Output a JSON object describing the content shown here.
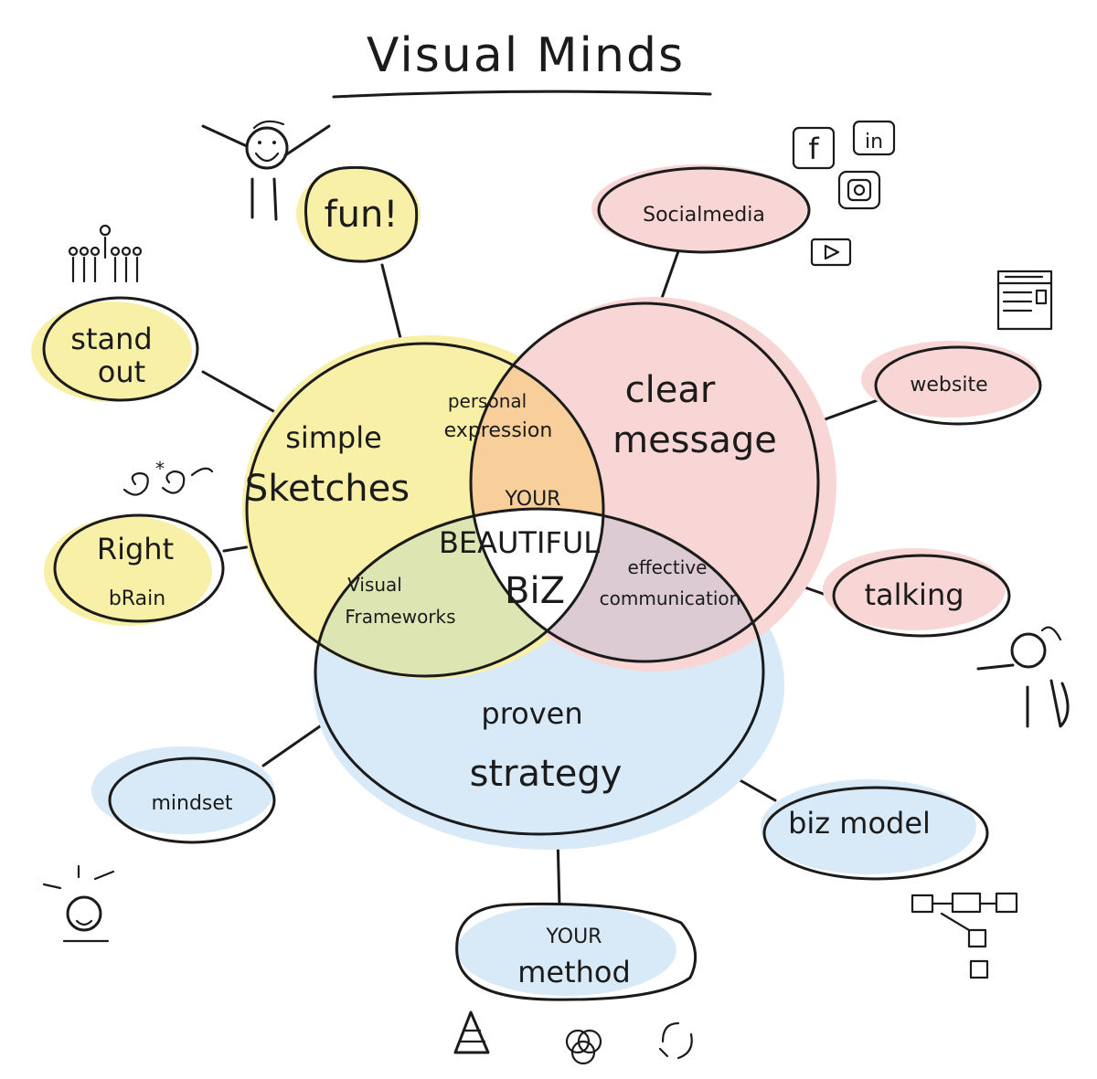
{
  "title": "Visual Minds",
  "colors": {
    "yellow": "#f9f0a8",
    "pink": "#f8d6d6",
    "blue": "#d8e9f8",
    "orange": "#f8cf9a",
    "green": "#dde6b2",
    "mauve": "#dccbd3",
    "ink": "#1b1b1b"
  },
  "circles": {
    "yellow": {
      "line1": "simple",
      "line2": "Sketches"
    },
    "pink": {
      "line1": "clear",
      "line2": "message"
    },
    "blue": {
      "line1": "proven",
      "line2": "strategy"
    }
  },
  "overlaps": {
    "yellow_pink": {
      "line1": "personal",
      "line2": "expression"
    },
    "yellow_blue": {
      "line1": "Visual",
      "line2": "Frameworks"
    },
    "pink_blue": {
      "line1": "effective",
      "line2": "communication"
    },
    "center": {
      "line1": "YOUR",
      "line2": "BEAUTIFUL",
      "line3": "BiZ"
    }
  },
  "bubbles": {
    "fun": "fun!",
    "stand_out": {
      "line1": "stand",
      "line2": "out"
    },
    "right_brain": {
      "line1": "Right",
      "line2": "bRain"
    },
    "social_media": "Socialmedia",
    "website": "website",
    "talking": "talking",
    "mindset": "mindset",
    "biz_model": "biz model",
    "your_method": {
      "line1": "YOUR",
      "line2": "method"
    }
  },
  "social_icons": {
    "facebook": "f",
    "linkedin": "in"
  }
}
